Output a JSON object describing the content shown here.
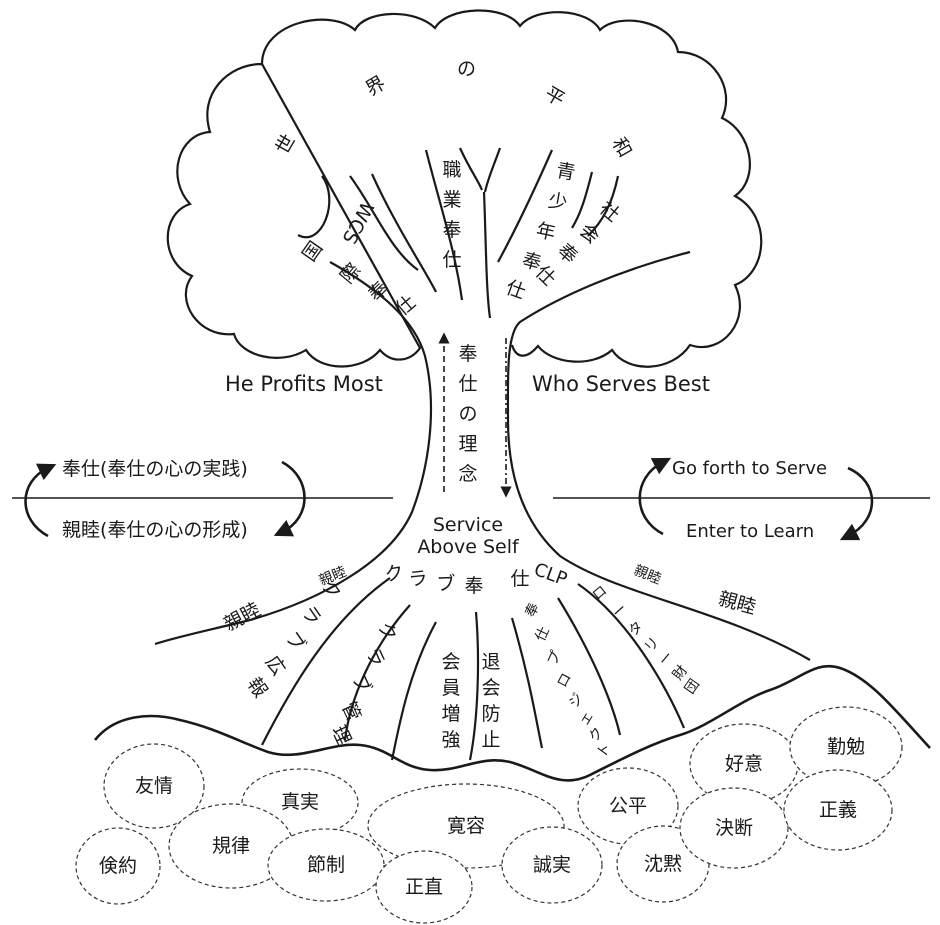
{
  "canopy_text": {
    "arc": [
      "世",
      "界",
      "の",
      "平",
      "和"
    ],
    "wcs": "WCS",
    "kokusai": "国際奉仕",
    "shokugyo": "職業奉仕",
    "seishonen": "青少年奉仕",
    "shakai": "社会奉仕"
  },
  "trunk": {
    "left_motto": "He Profits Most",
    "right_motto": "Who Serves Best",
    "center_vertical": "奉仕の理念",
    "service_line1": "Service",
    "service_line2": "Above Self"
  },
  "side_cycles": {
    "left_top": "奉仕(奉仕の心の実践)",
    "left_bottom": "親睦(奉仕の心の形成)",
    "right_top": "Go forth to Serve",
    "right_bottom": "Enter to Learn"
  },
  "roots": {
    "club_service": "クラブ奉仕",
    "clp": "CLP",
    "shinboku_small_left": "親睦",
    "shinboku_left": "親睦",
    "shinboku_small_right": "親睦",
    "shinboku_right": "親睦",
    "club_pr": "クラブ広報",
    "club_mgmt": "クラブ管理",
    "member_increase": "会員増強",
    "retention": "退会防止",
    "service_project": "奉仕プロジェクト",
    "rotary_foundation": "ロータリー財団"
  },
  "virtues": [
    "友情",
    "真実",
    "倹約",
    "規律",
    "節制",
    "寛容",
    "正直",
    "誠実",
    "公平",
    "沈黙",
    "好意",
    "勤勉",
    "決断",
    "正義"
  ]
}
